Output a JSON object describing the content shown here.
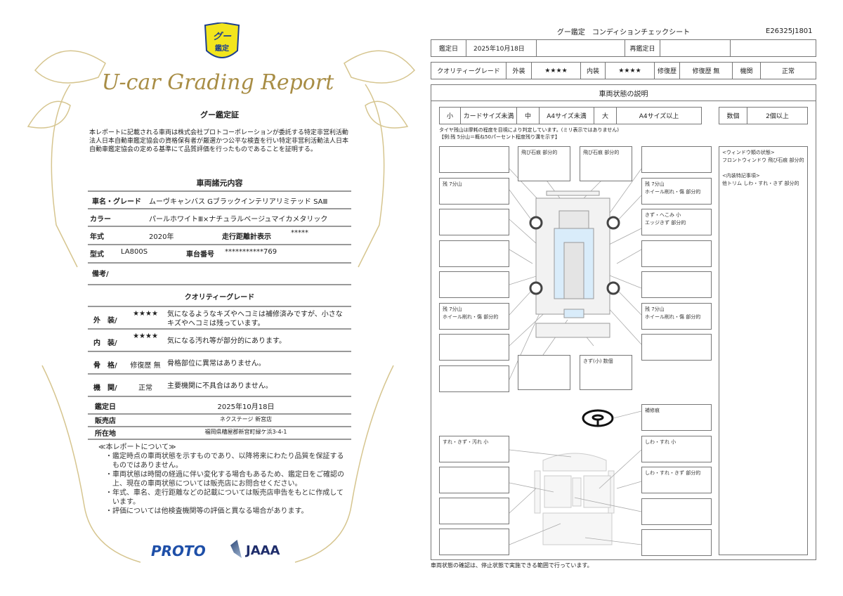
{
  "left": {
    "logo_text": "グー鑑定",
    "report_title": "U-car Grading Report",
    "cert_title": "グー鑑定証",
    "cert_text": "本レポートに記載される車両は株式会社プロトコーポレーションが委託する特定非営利活動法人日本自動車鑑定協会の資格保有者が厳選かつ公平な検査を行い特定非営利活動法人日本自動車鑑定協会の定める基準にて品質評価を行ったものであることを証明する。",
    "spec_title": "車両諸元内容",
    "spec": {
      "name_label": "車名・グレード",
      "name": "ムーヴキャンバス Gブラックインテリアリミテッド SAⅢ",
      "color_label": "カラー",
      "color": "パールホワイトⅢ×ナチュラルベージュマイカメタリック",
      "year_label": "年式",
      "year": "2020年",
      "mileage_label": "走行距離計表示",
      "mileage": "*****",
      "model_label": "型式",
      "model": "LA800S",
      "chassis_label": "車台番号",
      "chassis": "***********769",
      "remarks_label": "備考/"
    },
    "grade_title": "クオリティーグレード",
    "grades": [
      {
        "label": "外　装/",
        "value": "★★★★",
        "desc": "気になるようなキズやヘコミは補修済みですが、小さなキズやヘコミは残っています。"
      },
      {
        "label": "内　装/",
        "value": "★★★★",
        "desc": "気になる汚れ等が部分的にあります。"
      },
      {
        "label": "骨　格/",
        "value": "修復歴 無",
        "desc": "骨格部位に異常はありません。"
      },
      {
        "label": "機　関/",
        "value": "正常",
        "desc": "主要機関に不具合はありません。"
      }
    ],
    "info": [
      {
        "label": "鑑定日",
        "value": "2025年10月18日"
      },
      {
        "label": "販売店",
        "value": "ネクステージ 新宮店"
      },
      {
        "label": "所在地",
        "value": "福岡県糟屋郡新宮町緑ケ浜3-4-1"
      }
    ],
    "notes_title": "≪本レポートについて≫",
    "notes": [
      "・鑑定時点の車両状態を示すものであり、以降将来にわたり品質を保証するものではありません。",
      "・車両状態は時間の経過に伴い変化する場合もあるため、鑑定日をご確認の上、現在の車両状態については販売店にお問合せください。",
      "・年式、車名、走行距離などの記載については販売店申告をもとに作成しています。",
      "・評価については他検査機関等の評価と異なる場合があります。"
    ],
    "logos": {
      "proto": "PROTO",
      "jaaa": "JAAA"
    }
  },
  "right": {
    "title": "グー鑑定　コンディションチェックシート",
    "doc_id": "E26325J1801",
    "row1": {
      "date_label": "鑑定日",
      "date": "2025年10月18日",
      "redate_label": "再鑑定日"
    },
    "row2": {
      "qg": "クオリティーグレード",
      "ext_label": "外装",
      "ext": "★★★★",
      "int_label": "内装",
      "int": "★★★★",
      "repair_label": "修復歴",
      "repair": "修復歴 無",
      "engine_label": "機関",
      "engine": "正常"
    },
    "section_title": "車両状態の説明",
    "sizes": [
      "小",
      "カードサイズ未満",
      "中",
      "A4サイズ未満",
      "大",
      "A4サイズ以上"
    ],
    "count": [
      "数個",
      "2個以上"
    ],
    "tire_note1": "タイヤ残山は摩耗の程度を目視により判定しています。(ミリ表示ではありません)",
    "tire_note2": "【例:残 5分山＝概ね50パーセント程度残り溝を示す】",
    "ext_boxes": {
      "left": [
        "",
        "残 7分山",
        "",
        "",
        "",
        "残 7分山\nホイール削れ・傷 部分的",
        "",
        ""
      ],
      "right": [
        "",
        "残 7分山\nホイール削れ・傷 部分的",
        "きず・へこみ 小\nエッジきず 部分的",
        "",
        "",
        "残 7分山\nホイール削れ・傷 部分的",
        ""
      ],
      "top": [
        "飛び石痕 部分的",
        "飛び石痕 部分的"
      ],
      "bottom": [
        "",
        "きず(小) 数個"
      ]
    },
    "side_notes": "<ウィンドウ類の状態>\nフロントウィンドウ 飛び石痕 部分的\n\n<内装特記事項>\n他トリム しわ・すれ・きず 部分的",
    "int_boxes": {
      "left": [
        "すれ・きず・汚れ 小",
        "",
        "",
        ""
      ],
      "right": [
        "補修痕",
        "しわ・すれ 小",
        "しわ・すれ・きず 部分的",
        "",
        ""
      ]
    },
    "footer": "車両状態の確認は、停止状態で実施できる範囲で行っています。"
  }
}
